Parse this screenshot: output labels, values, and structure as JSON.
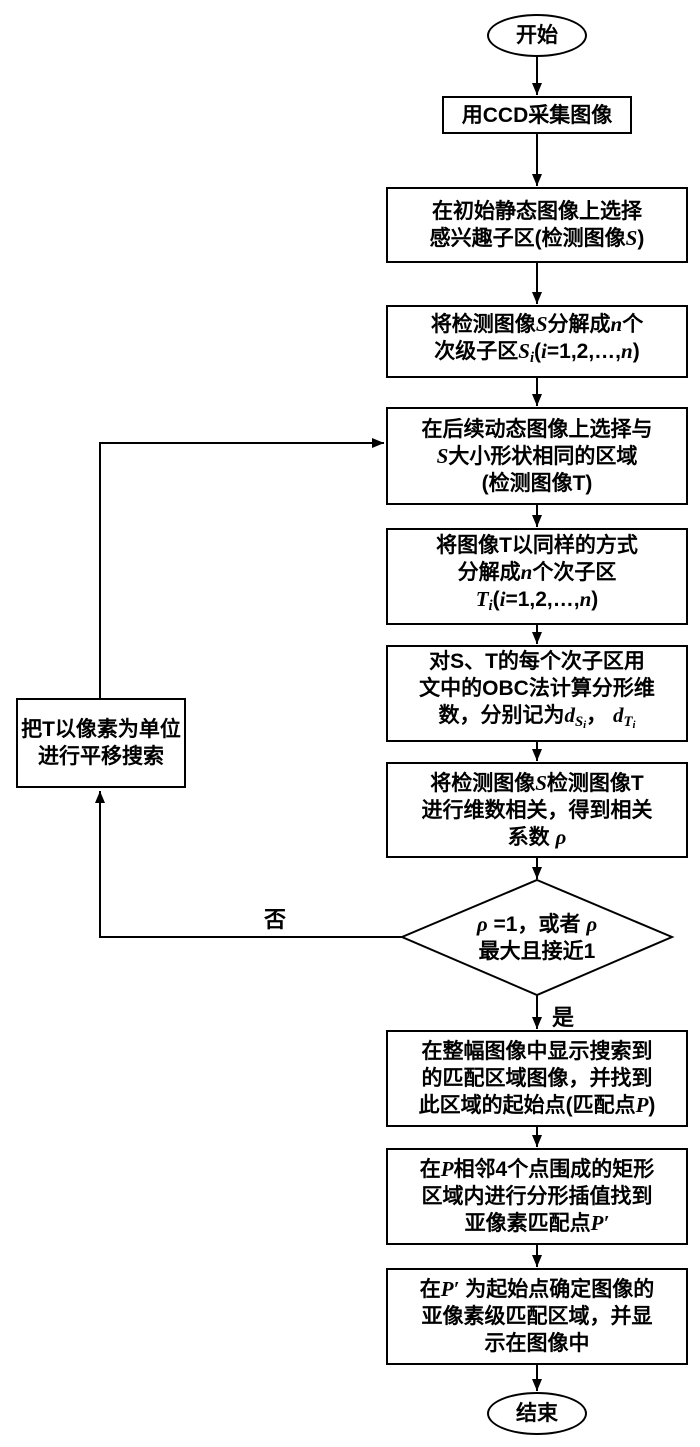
{
  "page": {
    "background": "#ffffff",
    "ink": "#000000"
  },
  "nodes": {
    "start": {
      "shape": "oval",
      "lines": [
        "开始"
      ]
    },
    "capture": {
      "shape": "rect",
      "lines": [
        "用CCD采集图像"
      ]
    },
    "select_roi": {
      "shape": "rect",
      "lines": [
        "在初始静态图像上选择",
        [
          "感兴趣子区(检测图像",
          {
            "t": "S",
            "s": "i"
          },
          ")"
        ]
      ]
    },
    "decompose_s": {
      "shape": "rect",
      "lines": [
        [
          "将检测图像",
          {
            "t": "S",
            "s": "i"
          },
          "分解成",
          {
            "t": "n",
            "s": "i"
          },
          "个"
        ],
        [
          "次级子区",
          {
            "t": "S",
            "s": "i"
          },
          {
            "t": "i",
            "s": "sub"
          },
          "(",
          {
            "t": "i",
            "s": "i"
          },
          "=1,2,…,",
          {
            "t": "n",
            "s": "i"
          },
          ")"
        ]
      ]
    },
    "select_t": {
      "shape": "rect",
      "lines": [
        "在后续动态图像上选择与",
        [
          {
            "t": "S",
            "s": "i"
          },
          "大小形状相同的区域"
        ],
        "(检测图像T)"
      ]
    },
    "decompose_t": {
      "shape": "rect",
      "lines": [
        "将图像T以同样的方式",
        [
          "分解成",
          {
            "t": "n",
            "s": "i"
          },
          "个次子区"
        ],
        [
          {
            "t": "T",
            "s": "i"
          },
          {
            "t": "i",
            "s": "sub"
          },
          "(",
          {
            "t": "i",
            "s": "i"
          },
          "=1,2,…,",
          {
            "t": "n",
            "s": "i"
          },
          ")"
        ]
      ]
    },
    "obc": {
      "shape": "rect",
      "lines": [
        "对S、T的每个次子区用",
        "文中的OBC法计算分形维",
        [
          "数，分别记为",
          {
            "t": "d",
            "s": "i"
          },
          {
            "t": "S",
            "s": "sub"
          },
          {
            "t": "i",
            "s": "sub2"
          },
          "， ",
          {
            "t": "d",
            "s": "i"
          },
          {
            "t": "T",
            "s": "sub"
          },
          {
            "t": "i",
            "s": "sub2"
          }
        ]
      ]
    },
    "correlate": {
      "shape": "rect",
      "lines": [
        [
          "将检测图像",
          {
            "t": "S",
            "s": "i"
          },
          "检测图像T"
        ],
        "进行维数相关，得到相关",
        [
          "系数 ",
          {
            "t": "ρ",
            "s": "i"
          }
        ]
      ]
    },
    "decision": {
      "shape": "diamond",
      "lines": [
        [
          {
            "t": "ρ",
            "s": "i"
          },
          " =1，或者 ",
          {
            "t": "ρ",
            "s": "i"
          }
        ],
        "最大且接近1"
      ]
    },
    "show_match": {
      "shape": "rect",
      "lines": [
        "在整幅图像中显示搜索到",
        "的匹配区域图像，并找到",
        [
          "此区域的起始点(匹配点",
          {
            "t": "P",
            "s": "i"
          },
          ")"
        ]
      ]
    },
    "interpolate": {
      "shape": "rect",
      "lines": [
        [
          "在",
          {
            "t": "P",
            "s": "i"
          },
          "相邻4个点围成的矩形"
        ],
        "区域内进行分形插值找到",
        [
          "亚像素匹配点",
          {
            "t": "P′",
            "s": "i"
          }
        ]
      ]
    },
    "subpixel": {
      "shape": "rect",
      "lines": [
        [
          "在",
          {
            "t": "P′",
            "s": "i"
          },
          " 为起始点确定图像的"
        ],
        "亚像素级匹配区域，并显",
        "示在图像中"
      ]
    },
    "shift": {
      "shape": "rect",
      "lines": [
        "把T以像素为单位",
        "进行平移搜索"
      ]
    },
    "end": {
      "shape": "oval",
      "lines": [
        "结束"
      ]
    }
  },
  "edges": [
    {
      "from": "start",
      "to": "capture"
    },
    {
      "from": "capture",
      "to": "select_roi"
    },
    {
      "from": "select_roi",
      "to": "decompose_s"
    },
    {
      "from": "decompose_s",
      "to": "select_t"
    },
    {
      "from": "select_t",
      "to": "decompose_t"
    },
    {
      "from": "decompose_t",
      "to": "obc"
    },
    {
      "from": "obc",
      "to": "correlate"
    },
    {
      "from": "correlate",
      "to": "decision"
    },
    {
      "from": "decision",
      "to": "show_match",
      "label": "是"
    },
    {
      "from": "show_match",
      "to": "interpolate"
    },
    {
      "from": "interpolate",
      "to": "subpixel"
    },
    {
      "from": "subpixel",
      "to": "end"
    },
    {
      "from": "decision",
      "to": "shift",
      "label": "否"
    },
    {
      "from": "shift",
      "to": "select_t"
    }
  ]
}
